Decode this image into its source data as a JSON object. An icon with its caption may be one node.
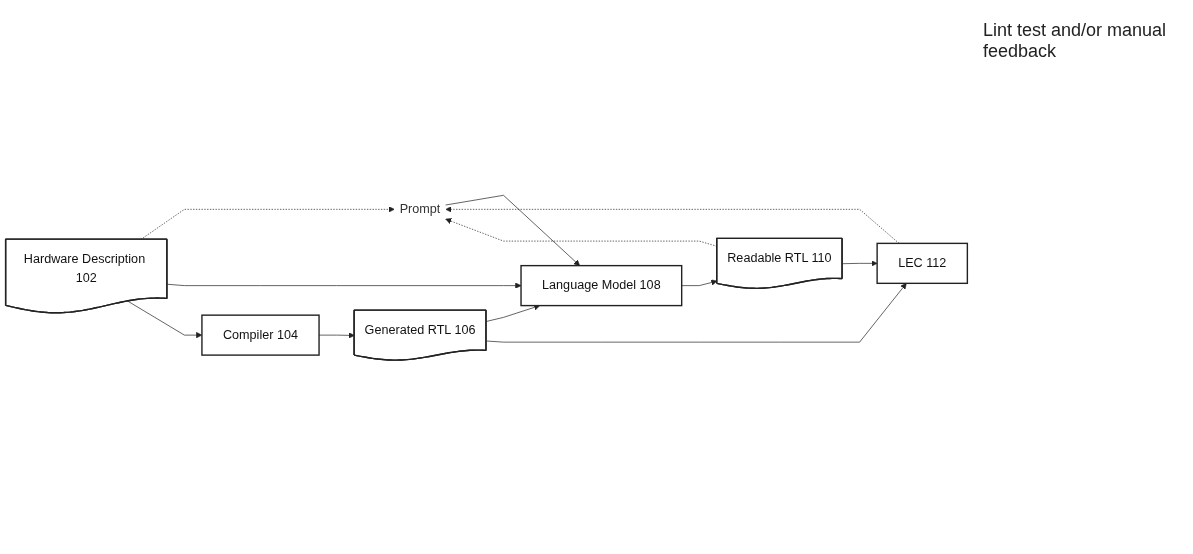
{
  "diagram": {
    "nodes": [
      {
        "text": [
          "Prompt"
        ]
      },
      {
        "text": [
          "Hardware Description 102"
        ]
      },
      {
        "text": [
          "Compiler 104"
        ]
      },
      {
        "text": [
          "Generated RTL 106"
        ]
      },
      {
        "text": [
          "Language Model 108"
        ]
      },
      {
        "text": [
          "Readable RTL 110"
        ]
      },
      {
        "text": [
          "LEC 112"
        ]
      }
    ],
    "edges": [
      {
        "from": 1,
        "to": 0,
        "arrow": "to",
        "style": "dashed"
      },
      {
        "from": 0,
        "to": 4,
        "arrow": "to"
      },
      {
        "from": 1,
        "to": 4,
        "arrow": "to"
      },
      {
        "from": 1,
        "to": 2,
        "arrow": "to"
      },
      {
        "from": 2,
        "to": 3,
        "arrow": "to"
      },
      {
        "from": 3,
        "to": 4,
        "arrow": "to"
      },
      {
        "from": 4,
        "to": 5,
        "arrow": "to"
      },
      {
        "from": 3,
        "to": 6,
        "arrow": "to"
      },
      {
        "from": 5,
        "to": 6,
        "arrow": "to"
      },
      {
        "from": 5,
        "to": 0,
        "arrow": "to",
        "style": "dashed"
      },
      {
        "from": 6,
        "to": 0,
        "arrow": "to",
        "style": "dashed"
      }
    ],
    "labels": [
      "Lint test and/or manual feedback"
    ]
  }
}
